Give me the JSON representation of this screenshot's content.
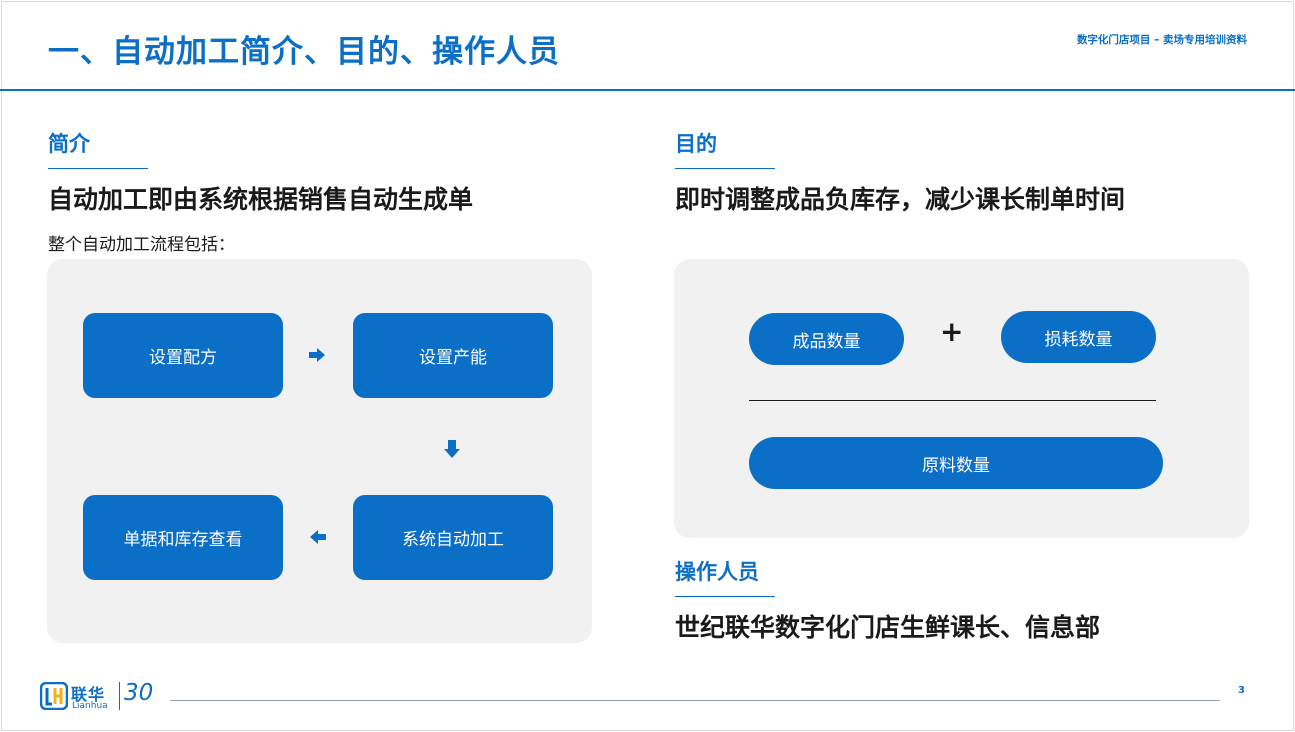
{
  "header": {
    "title": "一、自动加工简介、目的、操作人员",
    "project_tag": "数字化门店项目 – 卖场专用培训资料"
  },
  "intro": {
    "heading": "简介",
    "lead": "自动加工即由系统根据销售自动生成单",
    "sub": "整个自动加工流程包括：",
    "steps": [
      "设置配方",
      "设置产能",
      "系统自动加工",
      "单据和库存查看"
    ]
  },
  "purpose": {
    "heading": "目的",
    "lead": "即时调整成品负库存，减少课长制单时间",
    "formula": {
      "term1": "成品数量",
      "operator": "+",
      "term2": "损耗数量",
      "result": "原料数量"
    }
  },
  "operators": {
    "heading": "操作人员",
    "lead": "世纪联华数字化门店生鲜课长、信息部"
  },
  "footer": {
    "logo_cn": "联华",
    "logo_en": "Lianhua",
    "logo_30": "30",
    "page_number": "3"
  },
  "colors": {
    "accent": "#0b6ec7",
    "panel": "#f1f1f1"
  }
}
